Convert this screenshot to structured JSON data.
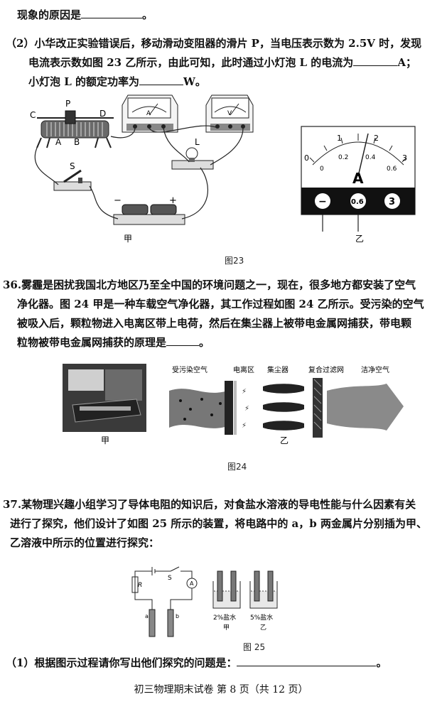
{
  "q35": {
    "line0_text": "现象的原因是",
    "line0_end": "。",
    "line1_text": "（2）小华改正实验错误后，移动滑动变阻器的滑片 P，当电压表示数为 2.5V 时，发现",
    "line2_text": "电流表示数如图 23 乙所示，由此可知，此时通过小灯泡 L 的电流为",
    "line2_end": "A；",
    "line3_text": "小灯泡 L 的额定功率为",
    "line3_end": "W。"
  },
  "fig23": {
    "labels": {
      "C": "C",
      "P": "P",
      "D": "D",
      "A": "A",
      "B": "B",
      "L": "L",
      "S": "S",
      "minus": "−",
      "plus": "+"
    },
    "meter_a": "A",
    "meter_v": "V",
    "sub_a": "甲",
    "sub_b": "乙",
    "caption": "图23",
    "ammeter_scale_top": [
      "0",
      "1",
      "2",
      "3"
    ],
    "ammeter_scale_bottom": [
      "0",
      "0.2",
      "0.4",
      "0.6"
    ],
    "ammeter_unit": "A",
    "terminals": [
      "−",
      "0.6",
      "3"
    ]
  },
  "q36": {
    "line1": "36.雾霾是困扰我国北方地区乃至全中国的环境问题之一，现在，很多地方都安装了空气",
    "line2": "净化器。图 24 甲是一种车载空气净化器，其工作过程如图 24 乙所示。受污染的空气",
    "line3": "被吸入后，颗粒物进入电离区带上电荷，然后在集尘器上被带电金属网捕获，带电颗",
    "line4_text": "粒物被带电金属网捕获的原理是",
    "line4_end": "。"
  },
  "fig24": {
    "labels": [
      "受污染空气",
      "电离区",
      "集尘器",
      "复合过滤网",
      "洁净空气"
    ],
    "sub_a": "甲",
    "sub_b": "乙",
    "caption": "图24"
  },
  "q37": {
    "line1": "37.某物理兴趣小组学习了导体电阻的知识后，对食盐水溶液的导电性能与什么因素有关",
    "line2": "进行了探究，他们设计了如图 25 所示的装置，将电路中的 a，b 两金属片分别插为甲、",
    "line3": "乙溶液中所示的位置进行探究：",
    "sub1_text": "（1）根据图示过程请你写出他们探究的问题是：",
    "sub1_end": "。"
  },
  "fig25": {
    "R": "R",
    "S": "S",
    "A": "A",
    "a": "a",
    "b": "b",
    "beaker1_label": "2%盐水",
    "beaker2_label": "5%盐水",
    "sub_a": "甲",
    "sub_b": "乙",
    "caption": "图 25"
  },
  "footer": "初三物理期末试卷  第 8 页（共 12 页）"
}
